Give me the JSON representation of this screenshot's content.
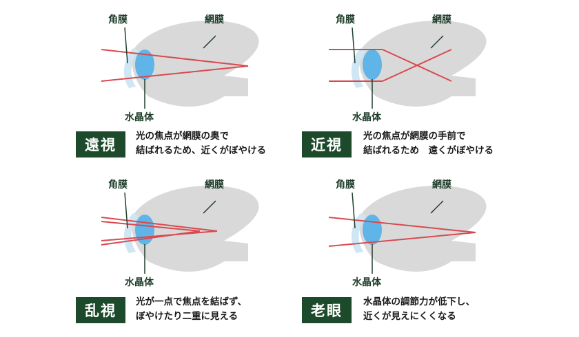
{
  "labels": {
    "cornea": "角膜",
    "retina": "網膜",
    "lens": "水晶体"
  },
  "panels": [
    {
      "id": "hyperopia",
      "badge": "遠視",
      "desc_line1": "光の焦点が網膜の奥で",
      "desc_line2": "結ばれるため、近くがぼやける"
    },
    {
      "id": "myopia",
      "badge": "近視",
      "desc_line1": "光の焦点が網膜の手前で",
      "desc_line2": "結ばれるため　遠くがぼやける"
    },
    {
      "id": "astigmatism",
      "badge": "乱視",
      "desc_line1": "光が一点で焦点を結ばず、",
      "desc_line2": "ぼやけたり二重に見える"
    },
    {
      "id": "presbyopia",
      "badge": "老眼",
      "desc_line1": "水晶体の調節力が低下し、",
      "desc_line2": "近くが見えにくくなる"
    }
  ],
  "colors": {
    "eyeball": "#d9d9d9",
    "cornea": "#cfe6f5",
    "lens": "#5fb4e8",
    "ray": "#d9494f",
    "badge": "#1c4a2a"
  }
}
